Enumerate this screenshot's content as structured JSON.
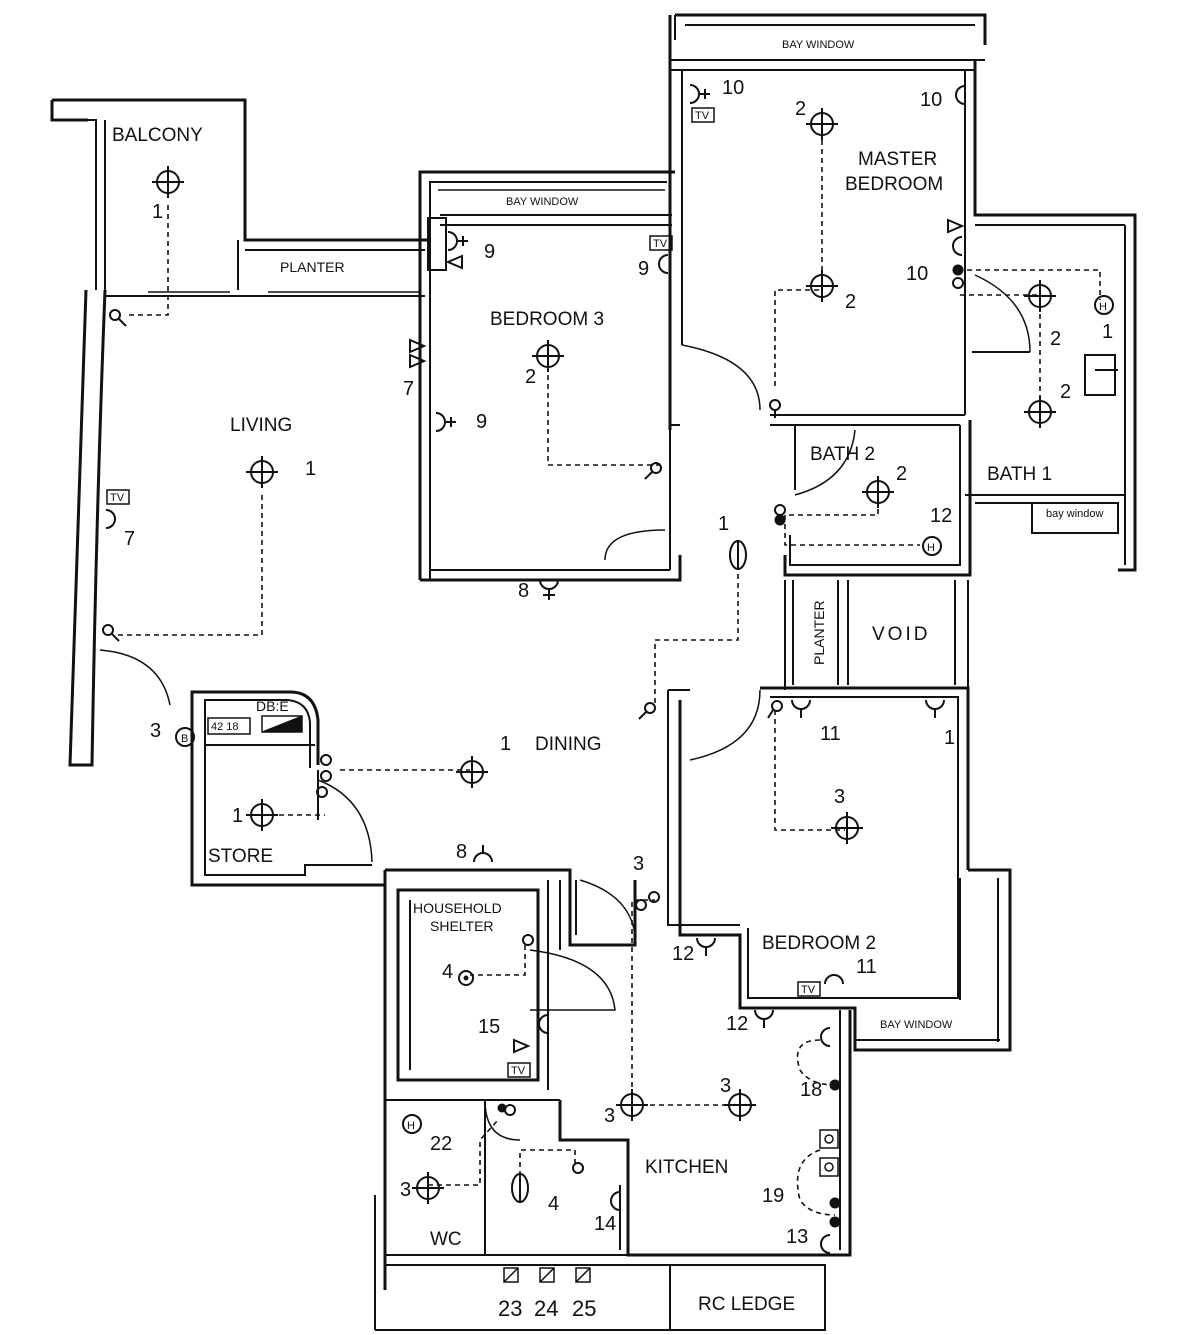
{
  "rooms": {
    "balcony": "BALCONY",
    "living": "LIVING",
    "planter_top": "PLANTER",
    "bedroom3": "BEDROOM 3",
    "bay_window_b3": "BAY WINDOW",
    "bay_window_master": "BAY WINDOW",
    "master_bedroom_l1": "MASTER",
    "master_bedroom_l2": "BEDROOM",
    "bath2": "BATH 2",
    "bath1": "BATH 1",
    "bay_window_bath1": "bay window",
    "planter_vertical": "PLANTER",
    "void": "VOID",
    "dining": "DINING",
    "store": "STORE",
    "db": "DB:E",
    "household_l1": "HOUSEHOLD",
    "household_l2": "SHELTER",
    "bedroom2": "BEDROOM 2",
    "bay_window_b2": "BAY WINDOW",
    "kitchen": "KITCHEN",
    "wc": "WC",
    "rc_ledge": "RC LEDGE"
  },
  "symbols": {
    "tv": "TV",
    "heater": "H",
    "bell": "B",
    "db_meter": "42 18"
  },
  "point_numbers": {
    "balcony_light": "1",
    "living_light": "1",
    "living_switch_7a": "7",
    "living_tv_7": "7",
    "living_bell_3": "3",
    "b3_socket_9a": "9",
    "b3_socket_9b": "9",
    "b3_socket_9c": "9",
    "b3_light": "2",
    "b3_8": "8",
    "master_10a": "10",
    "master_10b": "10",
    "master_10c": "10",
    "master_light_a": "2",
    "master_light_b": "2",
    "bath1_light_a": "2",
    "bath1_light_b": "2",
    "bath1_1": "1",
    "bath2_light": "2",
    "bath2_12": "12",
    "corridor_light": "1",
    "dining_light": "1",
    "store_light": "1",
    "dining_8": "8",
    "b2_11a": "11",
    "b2_1": "1",
    "b2_light": "3",
    "b2_11b": "11",
    "corridor_3": "3",
    "kitchen_12a": "12",
    "kitchen_12b": "12",
    "shelter_4": "4",
    "shelter_15": "15",
    "kitchen_light_a": "3",
    "kitchen_light_b": "3",
    "kitchen_18": "18",
    "kitchen_19": "19",
    "kitchen_13": "13",
    "kitchen_14": "14",
    "kitchen_4": "4",
    "wc_22": "22",
    "wc_light": "3",
    "p23": "23",
    "p24": "24",
    "p25": "25"
  }
}
